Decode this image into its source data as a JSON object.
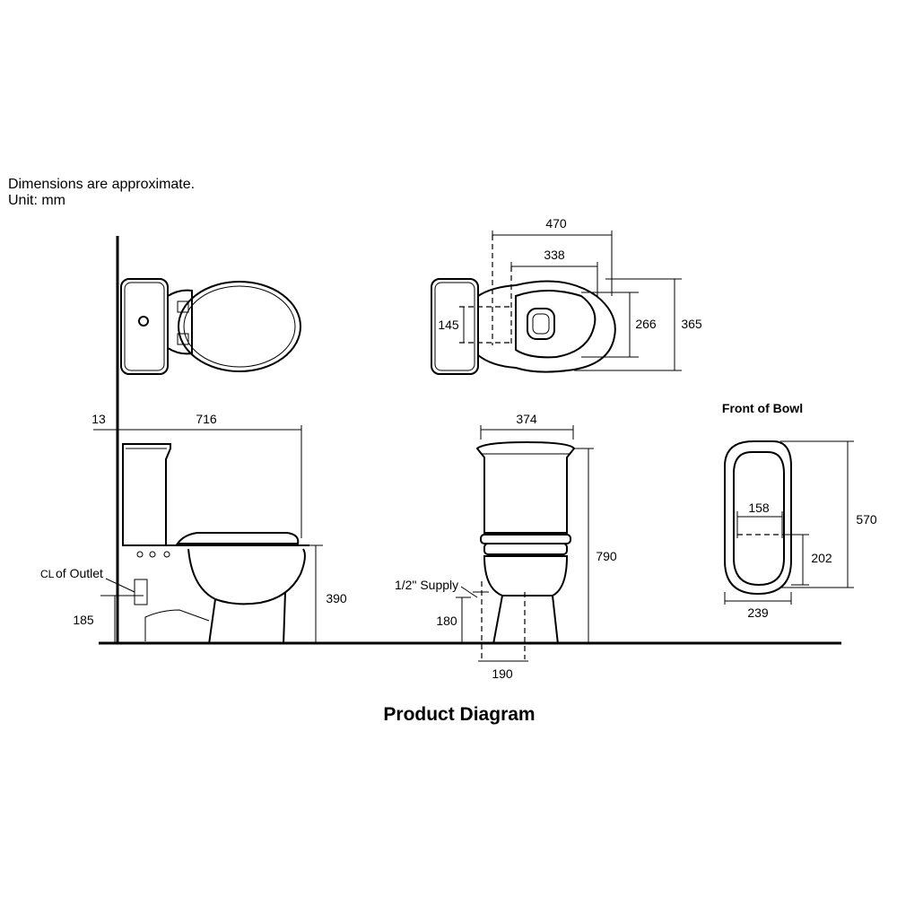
{
  "notes": {
    "approximate": "Dimensions are approximate.",
    "unit": "Unit: mm"
  },
  "caption": "Product Diagram",
  "labels": {
    "front_of_bowl": "Front of Bowl",
    "outlet": "of Outlet",
    "outlet_symbol": "CL",
    "supply": "1/2\" Supply"
  },
  "dimensions": {
    "top_width": "470",
    "top_inner": "338",
    "top_side": "145",
    "top_bowl_depth": "266",
    "top_overall_depth": "365",
    "side_gap": "13",
    "side_length": "716",
    "side_seat_height": "390",
    "side_outlet_height": "185",
    "front_width": "374",
    "front_height": "790",
    "front_supply_height": "180",
    "front_supply_spacing": "190",
    "bowl_inner": "158",
    "bowl_lower": "202",
    "bowl_height": "570",
    "bowl_width": "239"
  }
}
